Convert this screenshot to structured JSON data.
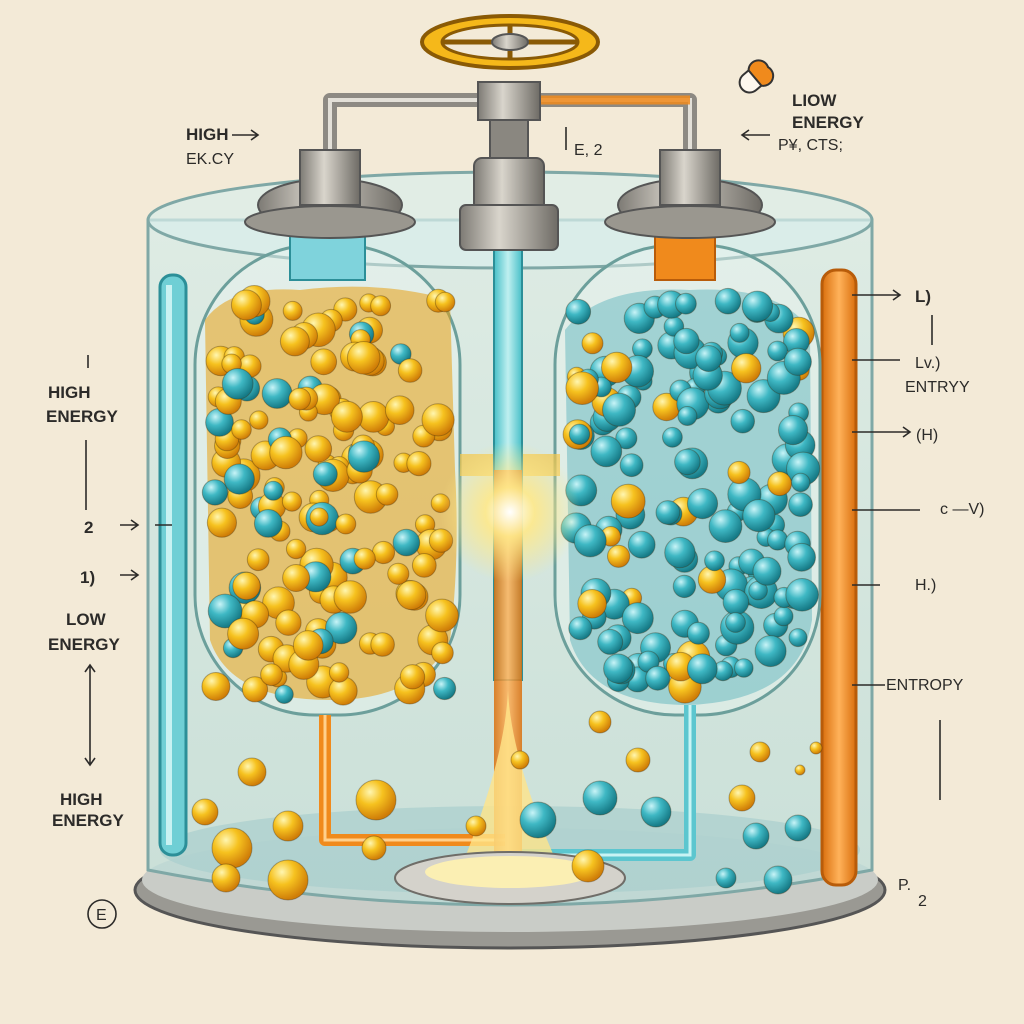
{
  "labels": {
    "top_left_high": "HIGH",
    "top_left_sub": "EK.CY",
    "top_center": "E, 2",
    "top_right_low": "LIOW",
    "top_right_energy": "ENERGY",
    "top_right_sub": "P¥, CTS;",
    "left_high": "HIGH",
    "left_energy": "ENERGY",
    "left_two": "2",
    "left_one": "1)",
    "left_low": "LOW",
    "left_low_energy": "ENERGY",
    "left_bottom_high": "HIGH",
    "left_bottom_energy": "ENERGY",
    "bottom_left_e": "E",
    "right_l": "L)",
    "right_lv": "Lv.)",
    "right_entry": "ENTRYY",
    "right_h1": "(H)",
    "right_cv": "c —V)",
    "right_h2": "H.)",
    "right_entropy": "ENTROPY",
    "right_p": "P.",
    "right_2": "2"
  },
  "colors": {
    "background": "#f3ead7",
    "gold_particle": "#f1b51c",
    "teal_particle": "#2fb0bd",
    "tank_water": "#cfe7e3",
    "orange_pipe": "#f08a1c",
    "teal_pipe": "#5cc6cf",
    "valve_wheel": "#f5b81a"
  }
}
